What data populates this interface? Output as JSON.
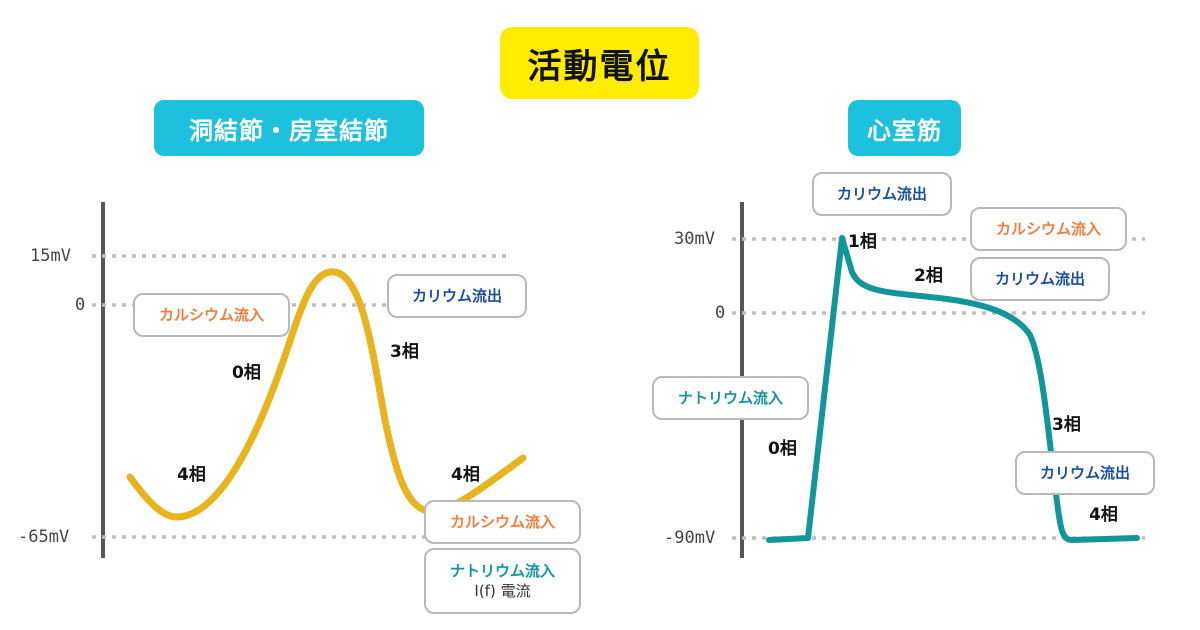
{
  "title": "活動電位",
  "left_panel": {
    "title": "洞結節・房室結節",
    "axis_labels": {
      "top": "15mV",
      "zero": "0",
      "bottom": "-65mV"
    },
    "phases": {
      "phase0": "0相",
      "phase3": "3相",
      "phase4_left": "4相",
      "phase4_right": "4相"
    },
    "boxes": {
      "calcium_in_top": "カルシウム流入",
      "potassium_out": "カリウム流出",
      "calcium_in_bottom": "カルシウム流入",
      "sodium_in": "ナトリウム流入",
      "if_current": "I(f) 電流"
    },
    "curve_color": "#e7b41f"
  },
  "right_panel": {
    "title": "心室筋",
    "axis_labels": {
      "top": "30mV",
      "zero": "0",
      "bottom": "-90mV"
    },
    "phases": {
      "phase0": "0相",
      "phase1": "1相",
      "phase2": "2相",
      "phase3": "3相",
      "phase4": "4相"
    },
    "boxes": {
      "potassium_out_top": "カリウム流出",
      "calcium_in": "カルシウム流入",
      "potassium_out_mid": "カリウム流出",
      "sodium_in": "ナトリウム流入",
      "potassium_out_bottom": "カリウム流出"
    },
    "curve_color": "#13969a"
  },
  "colors": {
    "title_bg": "#ffec00",
    "panel_title_bg": "#1ec1dd",
    "calcium": "#f07e3c",
    "potassium": "#1b4fa0",
    "sodium": "#13969a"
  }
}
